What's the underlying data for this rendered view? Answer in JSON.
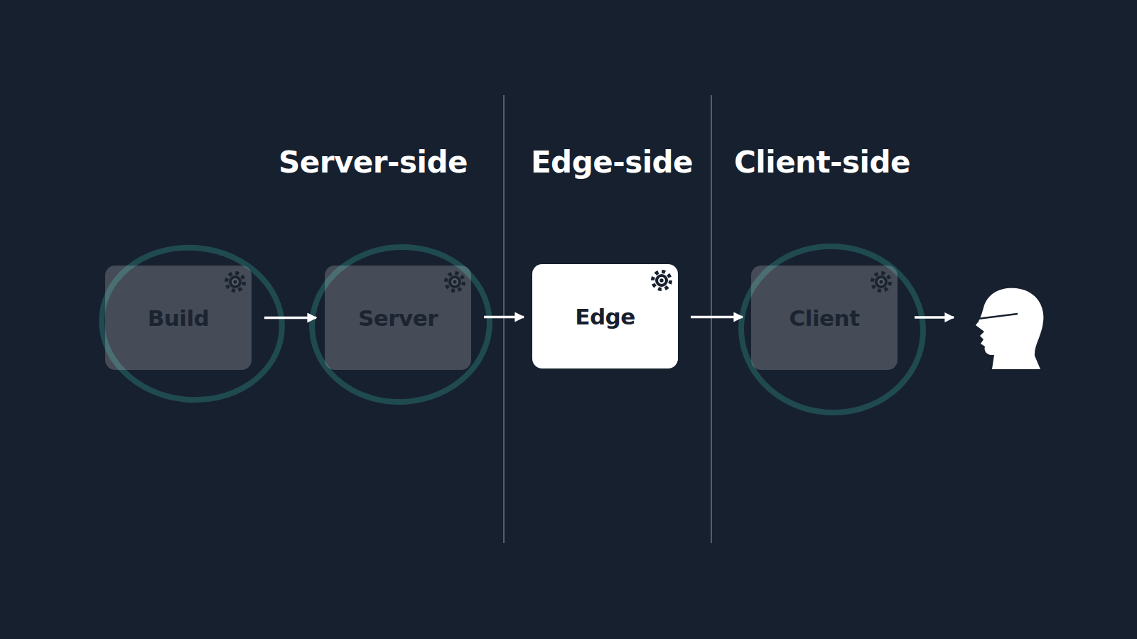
{
  "diagram": {
    "nodes": [
      {
        "text": [
          "Build"
        ]
      },
      {
        "text": [
          "Server"
        ]
      },
      {
        "text": [
          "Edge"
        ]
      },
      {
        "text": [
          "Client"
        ]
      }
    ],
    "edges": [
      {
        "from": 0,
        "to": 1,
        "arrow": "to"
      },
      {
        "from": 1,
        "to": 2,
        "arrow": "to"
      },
      {
        "from": 2,
        "to": 3,
        "arrow": "to"
      }
    ],
    "labels": [
      "Server-side",
      "Edge-side",
      "Client-side"
    ]
  }
}
